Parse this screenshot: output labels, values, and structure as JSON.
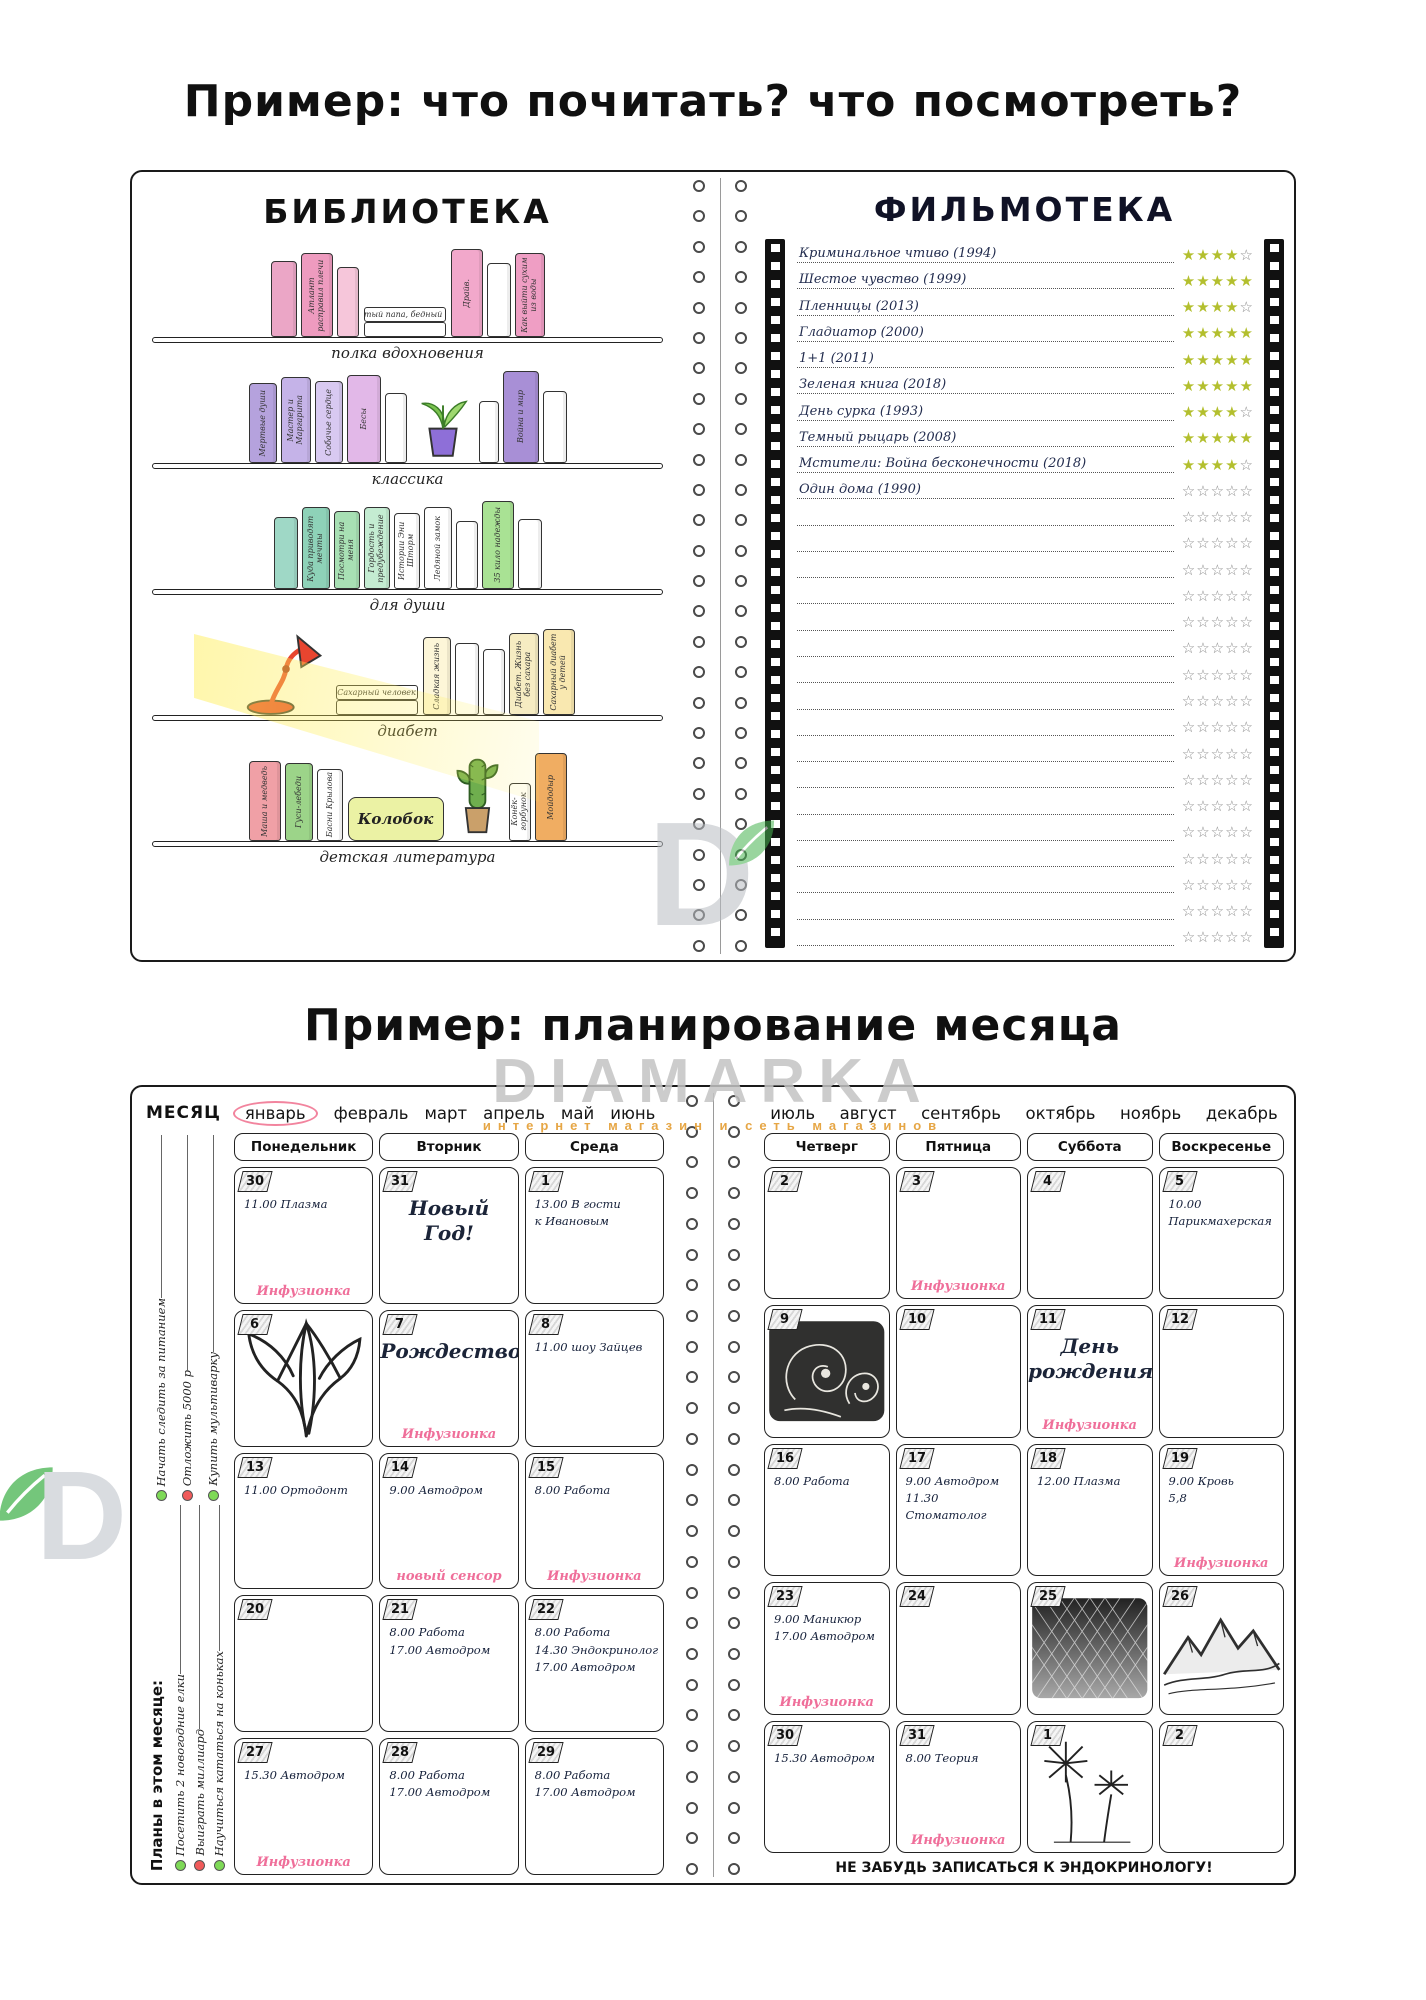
{
  "titles": {
    "reading": "Пример: что почитать? что посмотреть?",
    "planning": "Пример: планирование месяца"
  },
  "library": {
    "title": "БИБЛИОТЕКА",
    "shelves": [
      {
        "label": "полка вдохновения",
        "books": [
          {
            "t": "",
            "c": "#eba6c6",
            "h": 76,
            "w": 26
          },
          {
            "t": "Атлант расправил плечи",
            "c": "#ee9bbf",
            "h": 84,
            "w": 32
          },
          {
            "t": "",
            "c": "#f6c6da",
            "h": 70,
            "w": 22
          },
          {
            "t": "Богатый папа, бедный папа",
            "type": "hstack"
          },
          {
            "t": "Драйв.",
            "c": "#f2a8cb",
            "h": 88,
            "w": 32
          },
          {
            "t": "",
            "c": "#ffffff",
            "h": 74,
            "w": 24
          },
          {
            "t": "Как выйти сухим из воды",
            "c": "#ef9ec4",
            "h": 84,
            "w": 30
          }
        ]
      },
      {
        "label": "классика",
        "books": [
          {
            "t": "Мертвые души",
            "c": "#b5a2dd",
            "h": 80,
            "w": 28
          },
          {
            "t": "Мастер и Маргарита",
            "c": "#c5b3e8",
            "h": 86,
            "w": 30
          },
          {
            "t": "Собачье сердце",
            "c": "#d8c9f1",
            "h": 82,
            "w": 28
          },
          {
            "t": "Бесы",
            "c": "#e2b8e8",
            "h": 88,
            "w": 34
          },
          {
            "t": "",
            "c": "#ffffff",
            "h": 70,
            "w": 22
          },
          {
            "icon": "plant"
          },
          {
            "t": "",
            "c": "#ffffff",
            "h": 62,
            "w": 20
          },
          {
            "t": "Война и мир",
            "c": "#a88fd6",
            "h": 92,
            "w": 36
          },
          {
            "t": "",
            "c": "#ffffff",
            "h": 72,
            "w": 24
          }
        ]
      },
      {
        "label": "для души",
        "books": [
          {
            "t": "",
            "c": "#9fd8c6",
            "h": 72,
            "w": 24
          },
          {
            "t": "Куда приводят мечты",
            "c": "#8ed2b8",
            "h": 82,
            "w": 28
          },
          {
            "t": "Посмотри на меня",
            "c": "#a8e0b4",
            "h": 78,
            "w": 26
          },
          {
            "t": "Гордость и предубеждение",
            "c": "#c4ecd2",
            "h": 82,
            "w": 26
          },
          {
            "t": "Истории Эни Шторм",
            "c": "#ffffff",
            "h": 76,
            "w": 26
          },
          {
            "t": "Ледяной замок",
            "c": "#ffffff",
            "h": 82,
            "w": 28
          },
          {
            "t": "",
            "c": "#ffffff",
            "h": 68,
            "w": 22
          },
          {
            "t": "35 кило надежды",
            "c": "#a9e294",
            "h": 88,
            "w": 32
          },
          {
            "t": "",
            "c": "#ffffff",
            "h": 70,
            "w": 24
          }
        ]
      },
      {
        "label": "диабет",
        "books": [
          {
            "icon": "lamp"
          },
          {
            "t": "Сахарный человек",
            "type": "hstack"
          },
          {
            "t": "Сладкая жизнь",
            "c": "#fdf6d8",
            "h": 78,
            "w": 28
          },
          {
            "t": "",
            "c": "#ffffff",
            "h": 72,
            "w": 24
          },
          {
            "t": "",
            "c": "#ffffff",
            "h": 66,
            "w": 22
          },
          {
            "t": "Диабет. Жизнь без сахара",
            "c": "#f6ecc2",
            "h": 82,
            "w": 30
          },
          {
            "t": "Сахарный диабет у детей",
            "c": "#f9e8b0",
            "h": 86,
            "w": 32
          }
        ]
      },
      {
        "label": "детская литература",
        "books": [
          {
            "t": "Маша и медведь",
            "c": "#f0a0a6",
            "h": 80,
            "w": 32
          },
          {
            "t": "Гуси-лебеди",
            "c": "#9cd489",
            "h": 78,
            "w": 28
          },
          {
            "t": "Басни Крылова",
            "c": "#ffffff",
            "h": 72,
            "w": 26
          },
          {
            "t": "Колобок",
            "type": "hbig",
            "c": "#ebf2a4"
          },
          {
            "icon": "cactus"
          },
          {
            "t": "Конёк-горбунок",
            "c": "#ffffff",
            "h": 58,
            "w": 22
          },
          {
            "t": "Мойдодыр",
            "c": "#f0ad62",
            "h": 88,
            "w": 32
          }
        ]
      }
    ]
  },
  "filmoteka": {
    "title": "ФИЛЬМОТЕКА",
    "max_stars": 5,
    "films": [
      {
        "name": "Криминальное чтиво (1994)",
        "stars": 4
      },
      {
        "name": "Шестое чувство (1999)",
        "stars": 5
      },
      {
        "name": "Пленницы (2013)",
        "stars": 4
      },
      {
        "name": "Гладиатор (2000)",
        "stars": 5
      },
      {
        "name": "1+1 (2011)",
        "stars": 5
      },
      {
        "name": "Зеленая книга (2018)",
        "stars": 5
      },
      {
        "name": "День сурка (1993)",
        "stars": 4
      },
      {
        "name": "Темный рыцарь (2008)",
        "stars": 5
      },
      {
        "name": "Мстители: Война бесконечности (2018)",
        "stars": 4
      },
      {
        "name": "Один дома (1990)",
        "stars": 0
      }
    ],
    "empty_rows": 17
  },
  "planner": {
    "month_label": "МЕСЯЦ",
    "selected_month": "январь",
    "months_left": [
      "январь",
      "февраль",
      "март",
      "апрель",
      "май",
      "июнь"
    ],
    "months_right": [
      "июль",
      "август",
      "сентябрь",
      "октябрь",
      "ноябрь",
      "декабрь"
    ],
    "plans_title": "Планы в этом месяце:",
    "plans_top": [
      {
        "text": "Начать следить за питанием",
        "dot": "#7ed957"
      },
      {
        "text": "Отложить 5000 р",
        "dot": "#f05a5a"
      },
      {
        "text": "Купить мультиварку",
        "dot": "#7ed957"
      }
    ],
    "plans_bottom": [
      {
        "text": "Посетить 2 новогодние елки",
        "dot": "#7ed957"
      },
      {
        "text": "Выиграть миллиард",
        "dot": "#f05a5a"
      },
      {
        "text": "Научиться кататься на коньках",
        "dot": "#7ed957"
      }
    ],
    "days_left": [
      "Понедельник",
      "Вторник",
      "Среда"
    ],
    "days_right": [
      "Четверг",
      "Пятница",
      "Суббота",
      "Воскресенье"
    ],
    "cells_left": [
      [
        {
          "d": "30",
          "lines": [
            "11.00 Плазма"
          ],
          "pink": "Инфузионка"
        },
        {
          "d": "31",
          "big": [
            "Новый",
            "Год!"
          ]
        },
        {
          "d": "1",
          "lines": [
            "13.00 В гости",
            "к Ивановым"
          ]
        }
      ],
      [
        {
          "d": "6",
          "img": "flower"
        },
        {
          "d": "7",
          "big": [
            "Рождество"
          ],
          "pink": "Инфузионка"
        },
        {
          "d": "8",
          "lines": [
            "11.00 шоу Зайцев"
          ]
        }
      ],
      [
        {
          "d": "13",
          "lines": [
            "11.00 Ортодонт"
          ]
        },
        {
          "d": "14",
          "lines": [
            "9.00 Автодром"
          ],
          "pink": "новый сенсор"
        },
        {
          "d": "15",
          "lines": [
            "8.00 Работа"
          ],
          "pink": "Инфузионка"
        }
      ],
      [
        {
          "d": "20"
        },
        {
          "d": "21",
          "lines": [
            "8.00 Работа",
            "17.00 Автодром"
          ]
        },
        {
          "d": "22",
          "lines": [
            "8.00 Работа",
            "14.30 Эндокринолог",
            "17.00 Автодром"
          ]
        }
      ],
      [
        {
          "d": "27",
          "lines": [
            "15.30 Автодром"
          ],
          "pink": "Инфузионка"
        },
        {
          "d": "28",
          "lines": [
            "8.00 Работа",
            "17.00 Автодром"
          ]
        },
        {
          "d": "29",
          "lines": [
            "8.00 Работа",
            "17.00 Автодром"
          ]
        }
      ]
    ],
    "cells_right": [
      [
        {
          "d": "2"
        },
        {
          "d": "3",
          "pink": "Инфузионка"
        },
        {
          "d": "4"
        },
        {
          "d": "5",
          "lines": [
            "10.00 Парикмахерская"
          ]
        }
      ],
      [
        {
          "d": "9",
          "img": "paisley"
        },
        {
          "d": "10"
        },
        {
          "d": "11",
          "big": [
            "День",
            "рождения!"
          ],
          "pink": "Инфузионка"
        },
        {
          "d": "12"
        }
      ],
      [
        {
          "d": "16",
          "lines": [
            "8.00 Работа"
          ]
        },
        {
          "d": "17",
          "lines": [
            "9.00 Автодром",
            "11.30 Стоматолог"
          ]
        },
        {
          "d": "18",
          "lines": [
            "12.00 Плазма"
          ]
        },
        {
          "d": "19",
          "lines": [
            "9.00 Кровь",
            "5,8"
          ],
          "pink": "Инфузионка"
        }
      ],
      [
        {
          "d": "23",
          "lines": [
            "9.00 Маникюр",
            "17.00 Автодром"
          ],
          "pink": "Инфузионка"
        },
        {
          "d": "24"
        },
        {
          "d": "25",
          "img": "net"
        },
        {
          "d": "26",
          "img": "mountains"
        }
      ],
      [
        {
          "d": "30",
          "lines": [
            "15.30 Автодром"
          ]
        },
        {
          "d": "31",
          "lines": [
            "8.00 Теория"
          ],
          "pink": "Инфузионка"
        },
        {
          "d": "1",
          "img": "dandelion"
        },
        {
          "d": "2"
        }
      ]
    ],
    "footer_note": "НЕ ЗАБУДЬ ЗАПИСАТЬСЯ К ЭНДОКРИНОЛОГУ!"
  },
  "watermark": {
    "brand": "DIAMARKA",
    "subtitle": "интернет магазин и сеть магазинов"
  }
}
